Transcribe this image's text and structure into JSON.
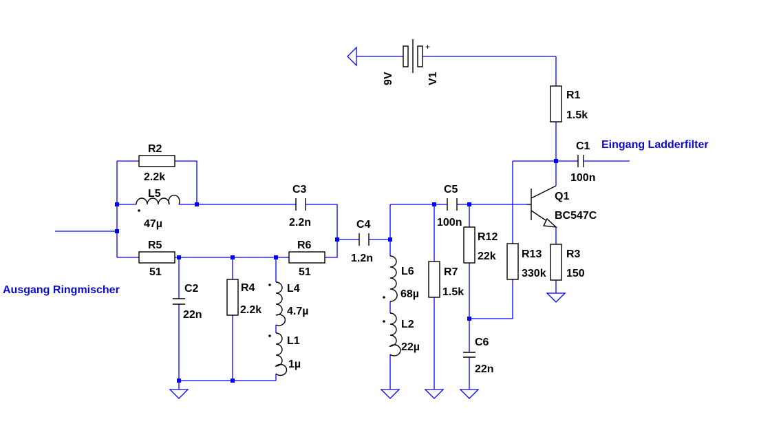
{
  "nets": {
    "input": "Ausgang Ringmischer",
    "output": "Eingang Ladderfilter"
  },
  "components": {
    "R1": {
      "name": "R1",
      "value": "1.5k"
    },
    "R2": {
      "name": "R2",
      "value": "2.2k"
    },
    "R3": {
      "name": "R3",
      "value": "150"
    },
    "R4": {
      "name": "R4",
      "value": "2.2k"
    },
    "R5": {
      "name": "R5",
      "value": "51"
    },
    "R6": {
      "name": "R6",
      "value": "51"
    },
    "R7": {
      "name": "R7",
      "value": "1.5k"
    },
    "R12": {
      "name": "R12",
      "value": "22k"
    },
    "R13": {
      "name": "R13",
      "value": "330k"
    },
    "C1": {
      "name": "C1",
      "value": "100n"
    },
    "C2": {
      "name": "C2",
      "value": "22n"
    },
    "C3": {
      "name": "C3",
      "value": "2.2n"
    },
    "C4": {
      "name": "C4",
      "value": "1.2n"
    },
    "C5": {
      "name": "C5",
      "value": "100n"
    },
    "C6": {
      "name": "C6",
      "value": "22n"
    },
    "L1": {
      "name": "L1",
      "value": "1µ"
    },
    "L2": {
      "name": "L2",
      "value": "22µ"
    },
    "L4": {
      "name": "L4",
      "value": "4.7µ"
    },
    "L5": {
      "name": "L5",
      "value": "47µ"
    },
    "L6": {
      "name": "L6",
      "value": "68µ"
    },
    "Q1": {
      "name": "Q1",
      "value": "BC547C"
    },
    "V1": {
      "name": "V1",
      "value": "9V"
    }
  }
}
